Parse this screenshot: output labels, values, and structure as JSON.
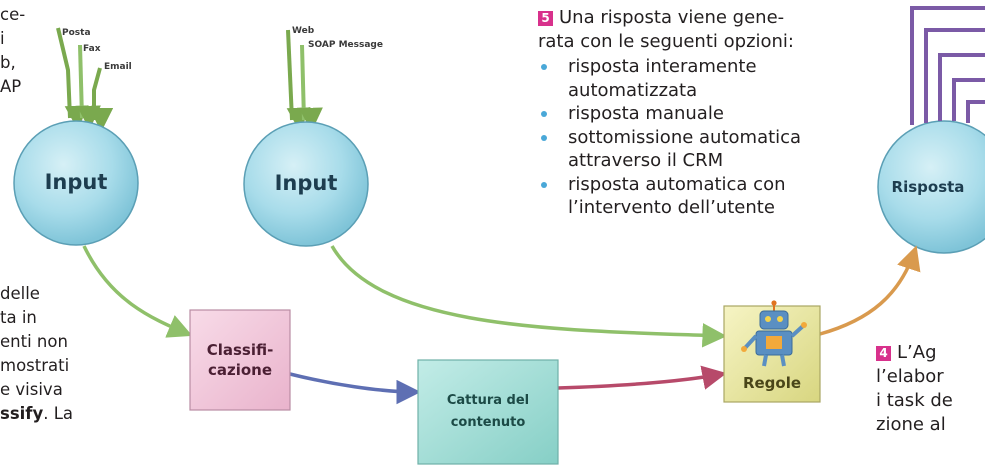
{
  "inputs": [
    {
      "label": "Input",
      "sources": [
        "Posta",
        "Fax",
        "Email"
      ]
    },
    {
      "label": "Input",
      "sources": [
        "Web",
        "SOAP Message"
      ]
    }
  ],
  "nodes": {
    "classificazione": [
      "Classifi-",
      "cazione"
    ],
    "cattura": [
      "Cattura del",
      "contenuto"
    ],
    "regole": "Regole",
    "risposta": "Risposta"
  },
  "left_text_top": [
    "ce-",
    "i",
    "b,",
    "AP"
  ],
  "left_text_bottom": [
    "delle",
    "ta in",
    "enti non",
    "mostrati",
    "e visiva"
  ],
  "left_text_last": {
    "bold": "ssify",
    "rest": ". La"
  },
  "step5": {
    "number": "5",
    "intro_line1": "Una risposta viene gene-",
    "intro_line2": "rata con le seguenti opzioni:",
    "options": [
      [
        "risposta interamente",
        "automatizzata"
      ],
      [
        "risposta manuale"
      ],
      [
        "sottomissione automatica",
        "attraverso il CRM"
      ],
      [
        "risposta automatica con",
        "l’intervento dell’utente"
      ]
    ]
  },
  "step4": {
    "number": "4",
    "lines": [
      "L’Ag",
      "l’elabor",
      "i task de",
      "zione al"
    ]
  },
  "colors": {
    "circle_fill": "#a8dcea",
    "classificazione_fill": "#f2c7dc",
    "cattura_fill": "#9fdcd6",
    "regole_fill": "#eceba0",
    "bullet": "#4aa8d8",
    "badge": "#d8318c",
    "arrow_green": "#8fc06a",
    "arrow_blue": "#5e6fb3",
    "arrow_red": "#b74a6a",
    "arrow_orange": "#d99a4e",
    "arrow_purple": "#7b5aa6"
  }
}
